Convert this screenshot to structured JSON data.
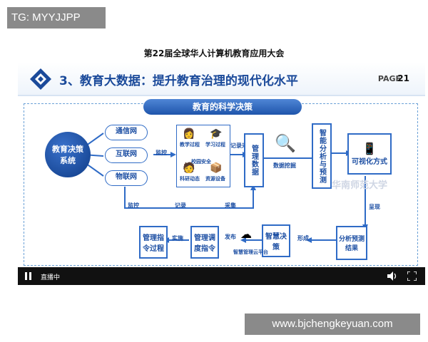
{
  "watermark_top": "TG: MYYJJPP",
  "watermark_bottom": "www.bjchengkeyuan.com",
  "page_title": "第22届全球华人计算机教育应用大会",
  "slide": {
    "heading": "3、教育大数据：提升教育治理的现代化水平",
    "page_label": "PAGE",
    "page_number": "21",
    "section_pill": "教育的科学决策",
    "center_circle": "教育决策系统",
    "clouds": [
      "通信网",
      "互联网",
      "物联网"
    ],
    "panel_items": [
      "教学过程",
      "学习过程",
      "校园安全",
      "科研动态",
      "资源设备"
    ],
    "manage_data": "管理数据",
    "smart_analysis": "智能分析与预测",
    "visualize": "可视化方式",
    "analysis_result": "分析预测结果",
    "smart_decision": "智慧决策",
    "dispatch": "管理调度指令",
    "command_process": "管理指令过程",
    "cloud_platform": "智慧管理云平台",
    "labels": {
      "monitor1": "监控",
      "record_collect": "记录采集",
      "data_mining": "数据挖掘",
      "present": "呈现",
      "monitor2": "监控",
      "record": "记录",
      "collect": "采集",
      "implement": "实施",
      "publish": "发布",
      "form": "形成"
    }
  },
  "controls": {
    "live_label": "直播中"
  },
  "colors": {
    "primary": "#2f6bc6",
    "title_blue": "#1b4a9a",
    "watermark": "#8a8a8a"
  }
}
